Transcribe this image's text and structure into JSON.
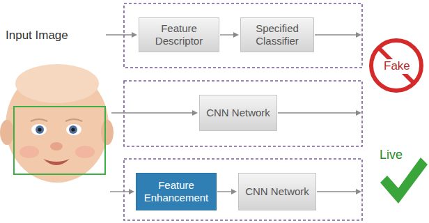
{
  "diagram": {
    "nodes": [
      {
        "text": [
          "Feature Descriptor"
        ]
      },
      {
        "text": [
          "Specified Classifier"
        ]
      },
      {
        "text": [
          "CNN Network"
        ]
      },
      {
        "text": [
          "Feature Enhancement"
        ]
      },
      {
        "text": [
          "CNN Network"
        ]
      }
    ],
    "edges": [
      {
        "from": 0,
        "to": 1,
        "arrow": "to"
      },
      {
        "from": 3,
        "to": 4,
        "arrow": "to"
      }
    ],
    "labels": [
      "Input Image",
      "Fake",
      "Live"
    ]
  }
}
